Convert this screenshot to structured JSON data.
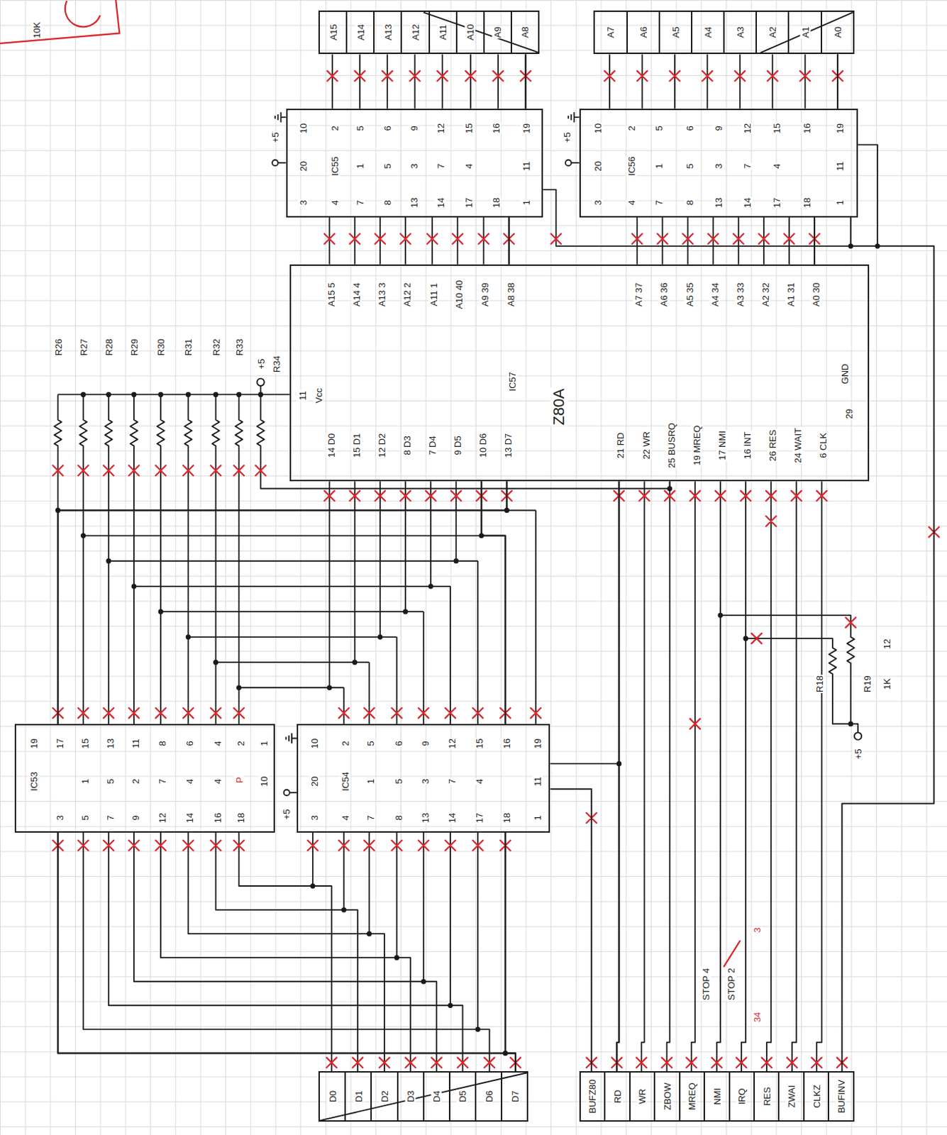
{
  "diagram": {
    "nodes": [
      {
        "text": [
          "A15",
          "A14",
          "A13",
          "A12",
          "A11",
          "A10",
          "A9",
          "A8"
        ]
      },
      {
        "text": [
          "A7",
          "A6",
          "A5",
          "A4",
          "A3",
          "A2",
          "A1",
          "A0"
        ]
      },
      {
        "text": [
          "10",
          "2",
          "5",
          "6",
          "9",
          "12",
          "15",
          "16",
          "19",
          "20",
          "IC55",
          "1",
          "5",
          "3",
          "7",
          "4",
          "11",
          "3",
          "4",
          "7",
          "8",
          "13",
          "14",
          "17",
          "18",
          "1"
        ]
      },
      {
        "text": [
          "10",
          "2",
          "5",
          "6",
          "9",
          "12",
          "15",
          "16",
          "19",
          "20",
          "IC56",
          "1",
          "5",
          "3",
          "7",
          "4",
          "11",
          "3",
          "4",
          "7",
          "8",
          "13",
          "14",
          "17",
          "18",
          "1"
        ]
      },
      {
        "text": [
          "A15 5",
          "A14 4",
          "A13 3",
          "A12 2",
          "A11 1",
          "A10 40",
          "A9 39",
          "A8 38",
          "A7 37",
          "A6 36",
          "A5 35",
          "A4 34",
          "A3 33",
          "A2 32",
          "A1 31",
          "A0 30",
          "11",
          "Vcc",
          "IC57",
          "Z80A",
          "GND",
          "29",
          "14 D0",
          "15 D1",
          "12 D2",
          "8 D3",
          "7 D4",
          "9 D5",
          "10 D6",
          "13 D7",
          "21 RD",
          "22 WR",
          "25 BUSRQ",
          "19 MREQ",
          "17 NMI",
          "16 INT",
          "26 RES",
          "24 WAIT",
          "6 CLK"
        ]
      },
      {
        "text": [
          "19",
          "17",
          "15",
          "13",
          "11",
          "8",
          "6",
          "4",
          "2",
          "1",
          "IC53",
          "1",
          "5",
          "2",
          "7",
          "4",
          "4",
          "10",
          "3",
          "5",
          "7",
          "9",
          "12",
          "14",
          "16",
          "18"
        ]
      },
      {
        "text": [
          "10",
          "2",
          "5",
          "6",
          "9",
          "12",
          "15",
          "16",
          "19",
          "20",
          "IC54",
          "1",
          "5",
          "3",
          "7",
          "4",
          "11",
          "3",
          "4",
          "7",
          "8",
          "13",
          "14",
          "17",
          "18",
          "1"
        ]
      },
      {
        "text": [
          "D0",
          "D1",
          "D2",
          "D3",
          "D4",
          "D5",
          "D6",
          "D7"
        ]
      },
      {
        "text": [
          "BUFZ80",
          "RD",
          "WR",
          "ZBOW",
          "MREQ",
          "NMI",
          "IRQ",
          "RES",
          "ZWAI",
          "CLKZ",
          "BUFINV"
        ]
      }
    ],
    "edges": [
      {
        "from": 2,
        "to": 0,
        "arrow": "none"
      },
      {
        "from": 2,
        "to": 4,
        "arrow": "none"
      },
      {
        "from": 3,
        "to": 1,
        "arrow": "none"
      },
      {
        "from": 3,
        "to": 4,
        "arrow": "none"
      },
      {
        "from": 4,
        "to": 5,
        "arrow": "none"
      },
      {
        "from": 4,
        "to": 6,
        "arrow": "none"
      },
      {
        "from": 5,
        "to": 7,
        "arrow": "none"
      },
      {
        "from": 6,
        "to": 7,
        "arrow": "none"
      },
      {
        "from": 4,
        "to": 8,
        "arrow": "none"
      },
      {
        "from": 8,
        "to": 6,
        "arrow": "none"
      },
      {
        "from": 8,
        "to": 3,
        "arrow": "none"
      }
    ],
    "labels": [
      "10K",
      "R26",
      "R27",
      "R28",
      "R29",
      "R30",
      "R31",
      "R32",
      "R33",
      "+5",
      "R34",
      "+5",
      "+5",
      "+5",
      "P",
      "R18",
      "R19",
      "1K",
      "12",
      "+5",
      "STOP 4",
      "STOP 2",
      "3",
      "34"
    ]
  }
}
